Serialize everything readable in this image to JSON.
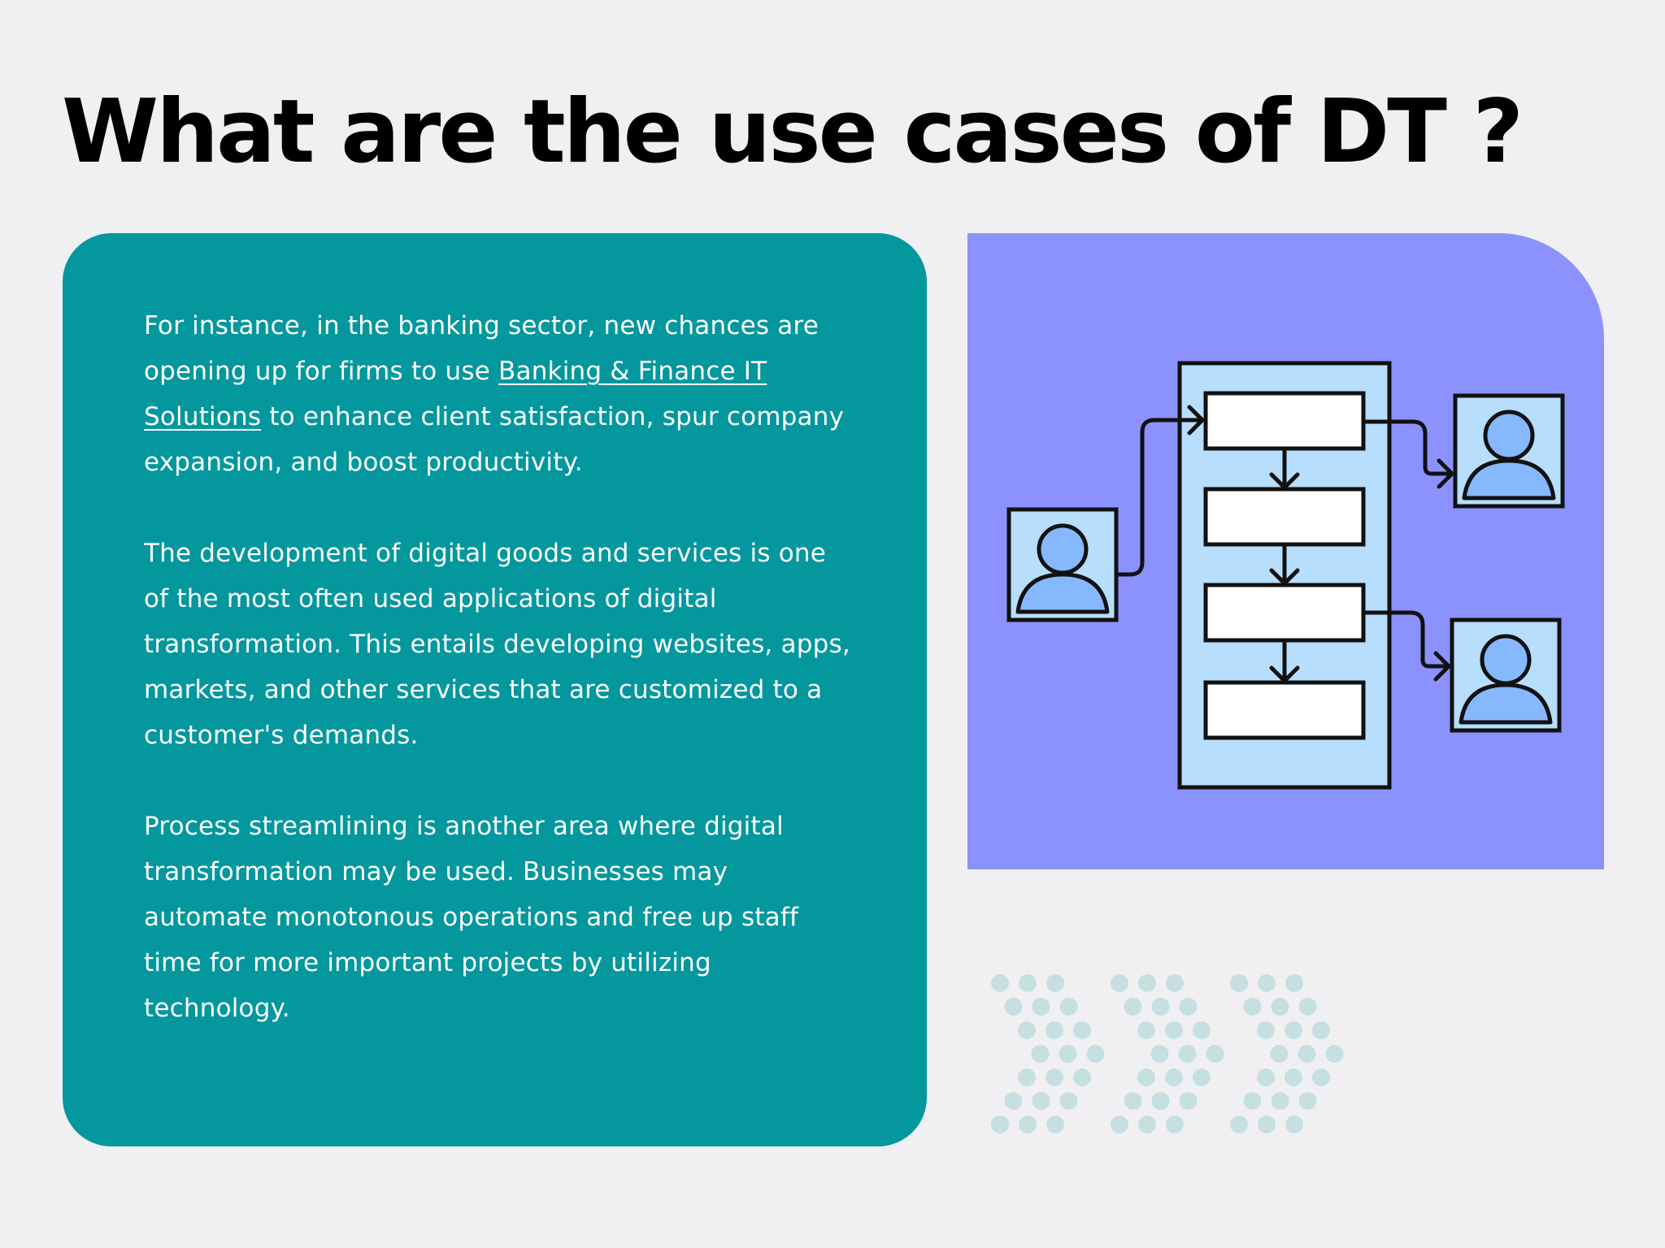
{
  "page": {
    "title": "What are the use cases of DT ?"
  },
  "content": {
    "paragraphs": [
      {
        "before_link": "For instance, in the banking sector, new chances are opening up for firms to use ",
        "link_text": "Banking & Finance IT Solutions",
        "after_link": " to enhance client satisfaction, spur company expansion, and boost productivity."
      },
      {
        "text": "The development of digital goods and services is one of the most often used applications of digital transformation. This entails developing websites, apps, markets, and other services that are customized to a customer's demands."
      },
      {
        "text": "Process streamlining is another area where digital transformation may be used. Businesses may automate monotonous operations and free up staff time for more important projects by utilizing technology."
      }
    ]
  },
  "colors": {
    "background": "#f0f0f2",
    "card": "#04979e",
    "panel": "#8b92fd",
    "flow_container": "#b7defd",
    "person": "#86b8fd",
    "dots": "#c6dfe0"
  },
  "icons": {
    "workflow": "process-flowchart-icon",
    "person": "user-icon",
    "decoration": "chevron-dots-pattern"
  }
}
